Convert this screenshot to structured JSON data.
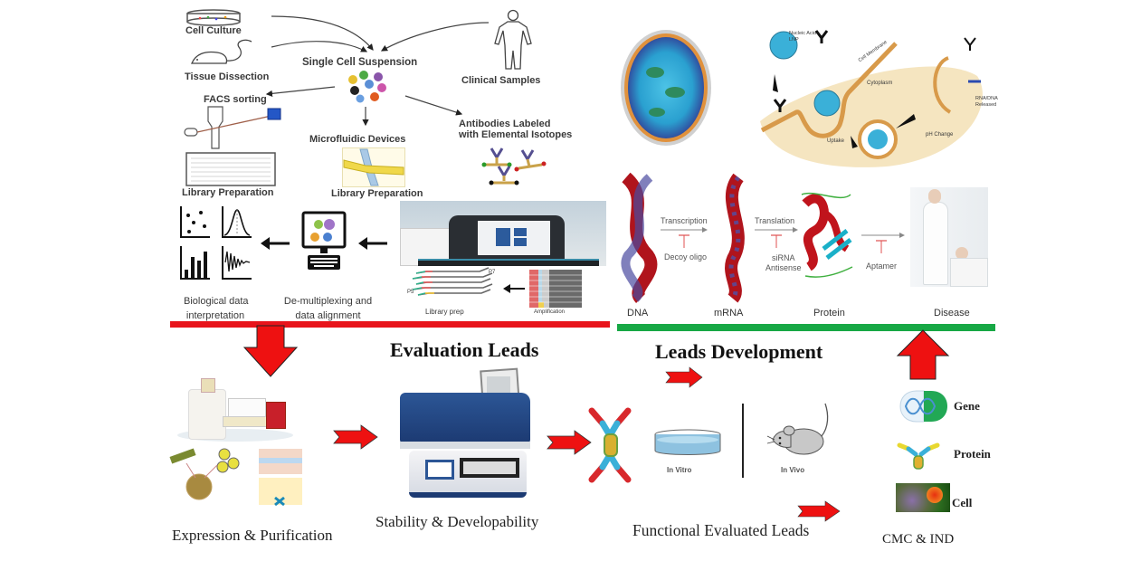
{
  "single_cell_panel": {
    "cell_culture": "Cell Culture",
    "tissue_dissection": "Tissue Dissection",
    "single_cell_suspension": "Single Cell Suspension",
    "clinical_samples": "Clinical Samples",
    "facs_sorting": "FACS sorting",
    "microfluidic_devices": "Microfluidic Devices",
    "antibodies_labeled_line1": "Antibodies Labeled",
    "antibodies_labeled_line2": "with Elemental Isotopes",
    "library_preparation_1": "Library Preparation",
    "library_preparation_2": "Library Preparation"
  },
  "sequencing_panel": {
    "bio_data_line1": "Biological data",
    "bio_data_line2": "interpretation",
    "demux_line1": "De-multiplexing and",
    "demux_line2": "data alignment",
    "library_prep": "Library prep",
    "amplification": "Amplification",
    "p5": "P5",
    "p7": "P7"
  },
  "lnp_panel": {
    "nucleic_acid_lnp_line1": "Nucleic Acid-",
    "nucleic_acid_lnp_line2": "LNP",
    "cell_membrane": "Cell Membrane",
    "cytoplasm": "Cytoplasm",
    "uptake": "Uptake",
    "ph_change": "pH Change",
    "rna_dna_line1": "RNA/DNA",
    "rna_dna_line2": "Released"
  },
  "central_dogma_panel": {
    "transcription": "Transcription",
    "decoy_oligo": "Decoy oligo",
    "translation": "Translation",
    "sirna": "siRNA",
    "antisense": "Antisense",
    "aptamer": "Aptamer",
    "dna": "DNA",
    "mrna": "mRNA",
    "protein": "Protein",
    "disease": "Disease"
  },
  "bottom": {
    "evaluation_leads": "Evaluation Leads",
    "leads_development": "Leads Development",
    "expression_purification": "Expression & Purification",
    "stability_developability": "Stability & Developability",
    "functional_evaluated_leads": "Functional Evaluated Leads",
    "in_vitro": "In Vitro",
    "in_vivo": "In Vivo",
    "gene": "Gene",
    "protein": "Protein",
    "cell": "Cell",
    "cmc_ind": "CMC & IND"
  },
  "colors": {
    "red_bar": "#e8141b",
    "green_bar": "#17a845",
    "arrow_red": "#ee1111"
  }
}
